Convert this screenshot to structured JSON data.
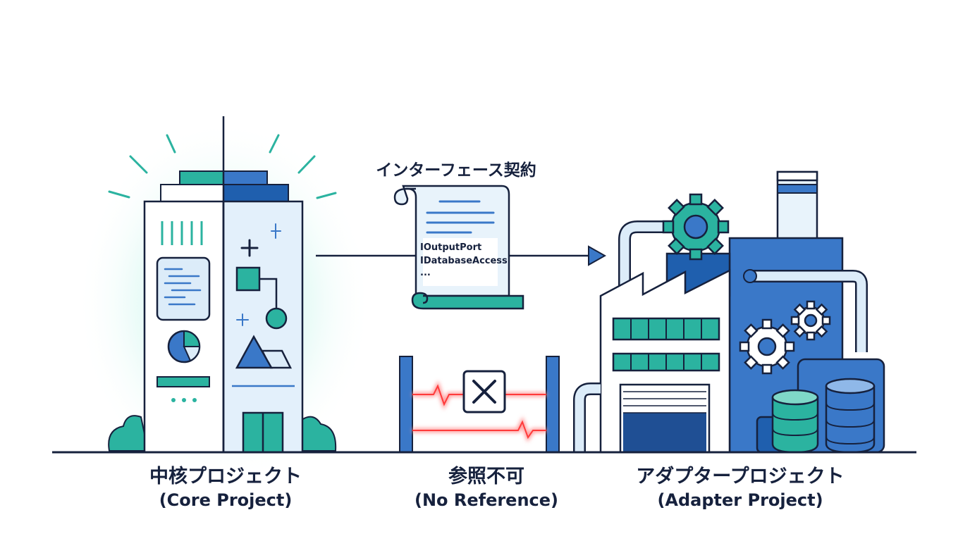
{
  "contract": {
    "title": "インターフェース契約",
    "interfaces": [
      "IOutputPort",
      "IDatabaseAccess",
      "..."
    ]
  },
  "core": {
    "label_jp": "中核プロジェクト",
    "label_en": "(Core Project)"
  },
  "blocked": {
    "label_jp": "参照不可",
    "label_en": "(No Reference)"
  },
  "adapter": {
    "label_jp": "アダプタープロジェクト",
    "label_en": "(Adapter Project)"
  },
  "colors": {
    "navy": "#16213d",
    "teal": "#2bb3a0",
    "blue": "#3a78c8",
    "light_blue": "#dcecf9",
    "red": "#ff4a4a"
  }
}
